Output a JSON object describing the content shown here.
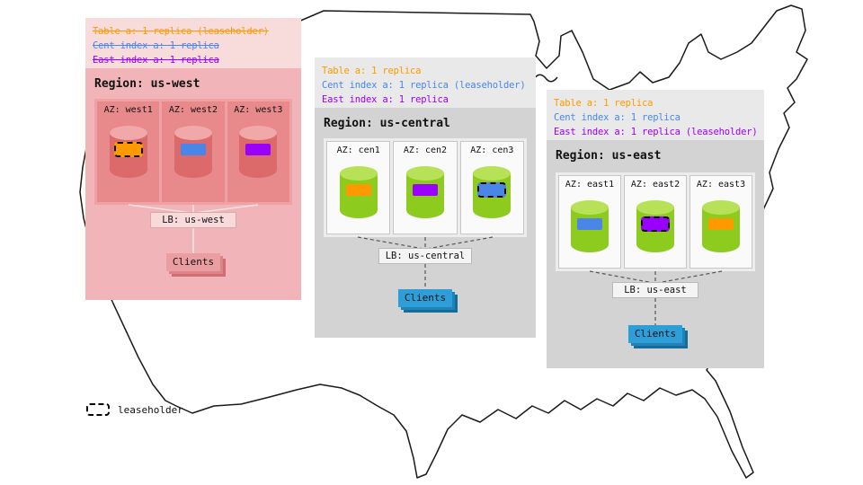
{
  "colors": {
    "orange": "#ff9900",
    "blue": "#4a86e8",
    "purple": "#9900ff",
    "clients_blue": "#2d9ed8",
    "clients_pink": "#eb9ea2",
    "node_green": "#8ecb1f",
    "node_red": "#dd6a6a"
  },
  "legend": {
    "label": "leaseholder"
  },
  "regions": [
    {
      "name": "us-west",
      "title": "Region: us-west",
      "annotations": [
        {
          "text": "Table a: 1 replica (leaseholder)",
          "color": "#ff9900",
          "strikethrough": true
        },
        {
          "text": "Cent index a: 1 replica",
          "color": "#4a86e8",
          "strikethrough": true
        },
        {
          "text": "East index a: 1 replica",
          "color": "#9900ff",
          "strikethrough": true
        }
      ],
      "azs": [
        {
          "label": "AZ: west1",
          "replica_color": "#ff9900",
          "leaseholder": true
        },
        {
          "label": "AZ: west2",
          "replica_color": "#4a86e8",
          "leaseholder": false
        },
        {
          "label": "AZ: west3",
          "replica_color": "#9900ff",
          "leaseholder": false
        }
      ],
      "lb": "LB: us-west",
      "clients": "Clients"
    },
    {
      "name": "us-central",
      "title": "Region: us-central",
      "annotations": [
        {
          "text": "Table a: 1 replica",
          "color": "#ff9900",
          "strikethrough": false
        },
        {
          "text": "Cent index a: 1 replica (leaseholder)",
          "color": "#4a86e8",
          "strikethrough": false
        },
        {
          "text": "East index a: 1 replica",
          "color": "#9900ff",
          "strikethrough": false
        }
      ],
      "azs": [
        {
          "label": "AZ: cen1",
          "replica_color": "#ff9900",
          "leaseholder": false
        },
        {
          "label": "AZ: cen2",
          "replica_color": "#9900ff",
          "leaseholder": false
        },
        {
          "label": "AZ: cen3",
          "replica_color": "#4a86e8",
          "leaseholder": true
        }
      ],
      "lb": "LB: us-central",
      "clients": "Clients"
    },
    {
      "name": "us-east",
      "title": "Region: us-east",
      "annotations": [
        {
          "text": "Table a: 1 replica",
          "color": "#ff9900",
          "strikethrough": false
        },
        {
          "text": "Cent index a: 1 replica",
          "color": "#4a86e8",
          "strikethrough": false
        },
        {
          "text": "East index a: 1 replica (leaseholder)",
          "color": "#9900ff",
          "strikethrough": false
        }
      ],
      "azs": [
        {
          "label": "AZ: east1",
          "replica_color": "#4a86e8",
          "leaseholder": false
        },
        {
          "label": "AZ: east2",
          "replica_color": "#9900ff",
          "leaseholder": true
        },
        {
          "label": "AZ: east3",
          "replica_color": "#ff9900",
          "leaseholder": false
        }
      ],
      "lb": "LB: us-east",
      "clients": "Clients"
    }
  ]
}
